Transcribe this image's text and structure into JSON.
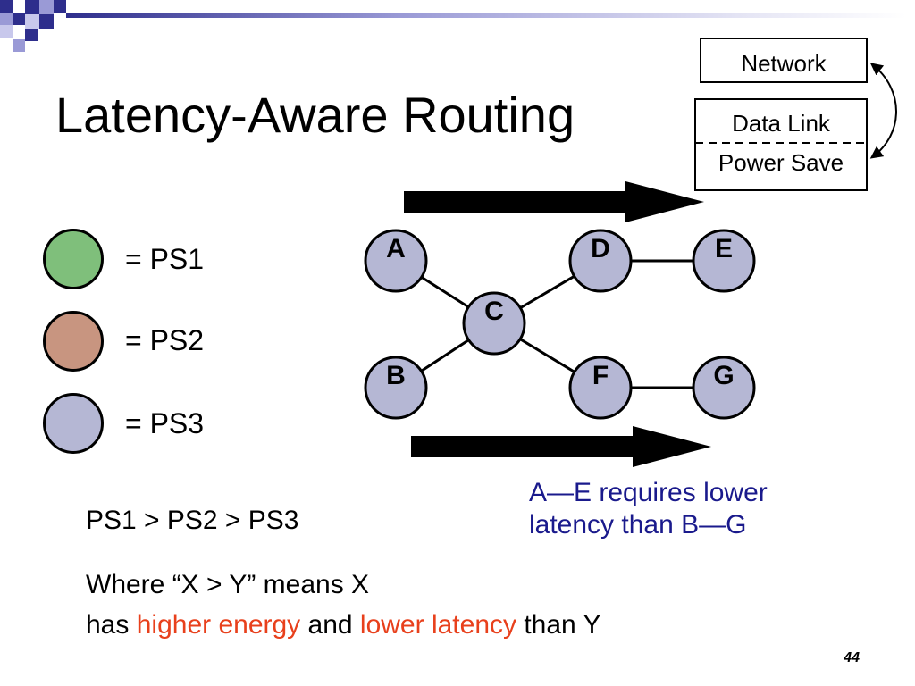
{
  "title": "Latency-Aware Routing",
  "colors": {
    "ps1": "#7fbf7b",
    "ps2": "#c89580",
    "ps3": "#b5b7d4",
    "note": "#1a1a8c",
    "highlight": "#e8401c",
    "deco_dark": "#2e2e8c"
  },
  "legend": [
    {
      "label": "= PS1",
      "color_key": "ps1"
    },
    {
      "label": "= PS2",
      "color_key": "ps2"
    },
    {
      "label": "= PS3",
      "color_key": "ps3"
    }
  ],
  "stack": {
    "top": "Network",
    "mid": "Data Link",
    "bottom": "Power Save"
  },
  "graph": {
    "nodes": [
      "A",
      "B",
      "C",
      "D",
      "E",
      "F",
      "G"
    ],
    "edges": [
      [
        "A",
        "C"
      ],
      [
        "B",
        "C"
      ],
      [
        "C",
        "D"
      ],
      [
        "C",
        "F"
      ],
      [
        "D",
        "E"
      ],
      [
        "F",
        "G"
      ]
    ]
  },
  "note": {
    "line1": "A—E requires lower",
    "line2": "latency than B—G"
  },
  "order": "PS1 > PS2 > PS3",
  "where": {
    "line1": "Where “X > Y” means X",
    "line2_a": "has ",
    "line2_b": "higher energy",
    "line2_c": " and ",
    "line2_d": "lower latency",
    "line2_e": " than Y"
  },
  "slide_number": "44"
}
